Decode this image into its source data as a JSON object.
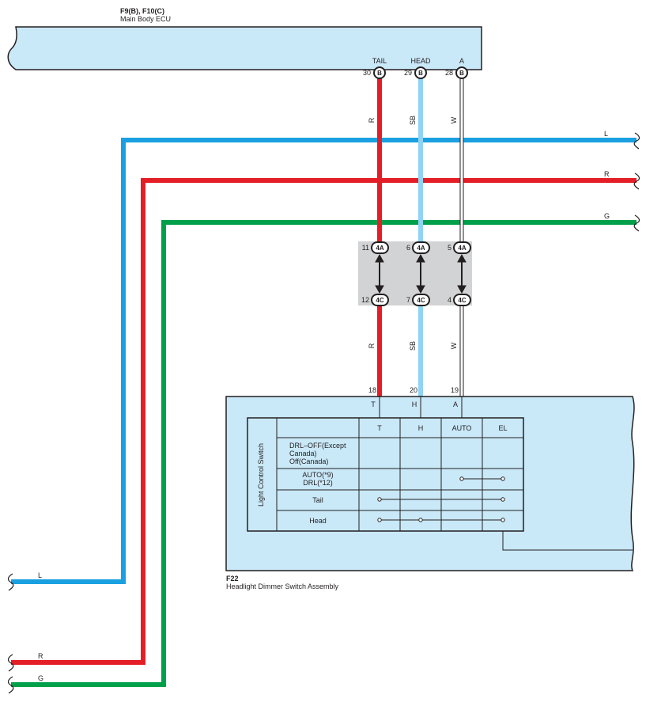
{
  "ecu": {
    "connector_ids": "F9(B), F10(C)",
    "name": "Main Body ECU",
    "terminals": [
      {
        "name": "TAIL",
        "pin": "30",
        "conn": "B"
      },
      {
        "name": "HEAD",
        "pin": "29",
        "conn": "B"
      },
      {
        "name": "A",
        "pin": "28",
        "conn": "B"
      }
    ]
  },
  "wires": {
    "top": [
      {
        "color_label": "R",
        "color": "#e41e26"
      },
      {
        "color_label": "SB",
        "color": "#8fd4f4"
      },
      {
        "color_label": "W",
        "color": "#ffffff"
      }
    ],
    "bottom": [
      {
        "color_label": "R"
      },
      {
        "color_label": "SB"
      },
      {
        "color_label": "W"
      }
    ]
  },
  "bus_lines": [
    {
      "label": "L",
      "color": "#1aa0e0"
    },
    {
      "label": "R",
      "color": "#e41e26"
    },
    {
      "label": "G",
      "color": "#00a04b"
    }
  ],
  "junction": {
    "top_pins": [
      {
        "pin": "11",
        "conn": "4A"
      },
      {
        "pin": "6",
        "conn": "4A"
      },
      {
        "pin": "5",
        "conn": "4A"
      }
    ],
    "bottom_pins": [
      {
        "pin": "12",
        "conn": "4C"
      },
      {
        "pin": "7",
        "conn": "4C"
      },
      {
        "pin": "4",
        "conn": "4C"
      }
    ]
  },
  "switch": {
    "connector_id": "F22",
    "name": "Headlight Dimmer Switch Assembly",
    "pins": [
      {
        "pin": "18",
        "terminal": "T"
      },
      {
        "pin": "20",
        "terminal": "H"
      },
      {
        "pin": "19",
        "terminal": "A"
      }
    ],
    "table": {
      "side_label": "Light Control Switch",
      "columns": [
        "T",
        "H",
        "AUTO",
        "EL"
      ],
      "rows": [
        {
          "lines": [
            "DRL–OFF(Except",
            "Canada)",
            "Off(Canada)"
          ]
        },
        {
          "lines": [
            "AUTO(*9)",
            "DRL(*12)"
          ]
        },
        {
          "lines": [
            "Tail"
          ]
        },
        {
          "lines": [
            "Head"
          ]
        }
      ]
    }
  },
  "colors": {
    "box_fill": "#c9e8f8",
    "junction_fill": "#d1d3d4",
    "line": "#231f20"
  }
}
